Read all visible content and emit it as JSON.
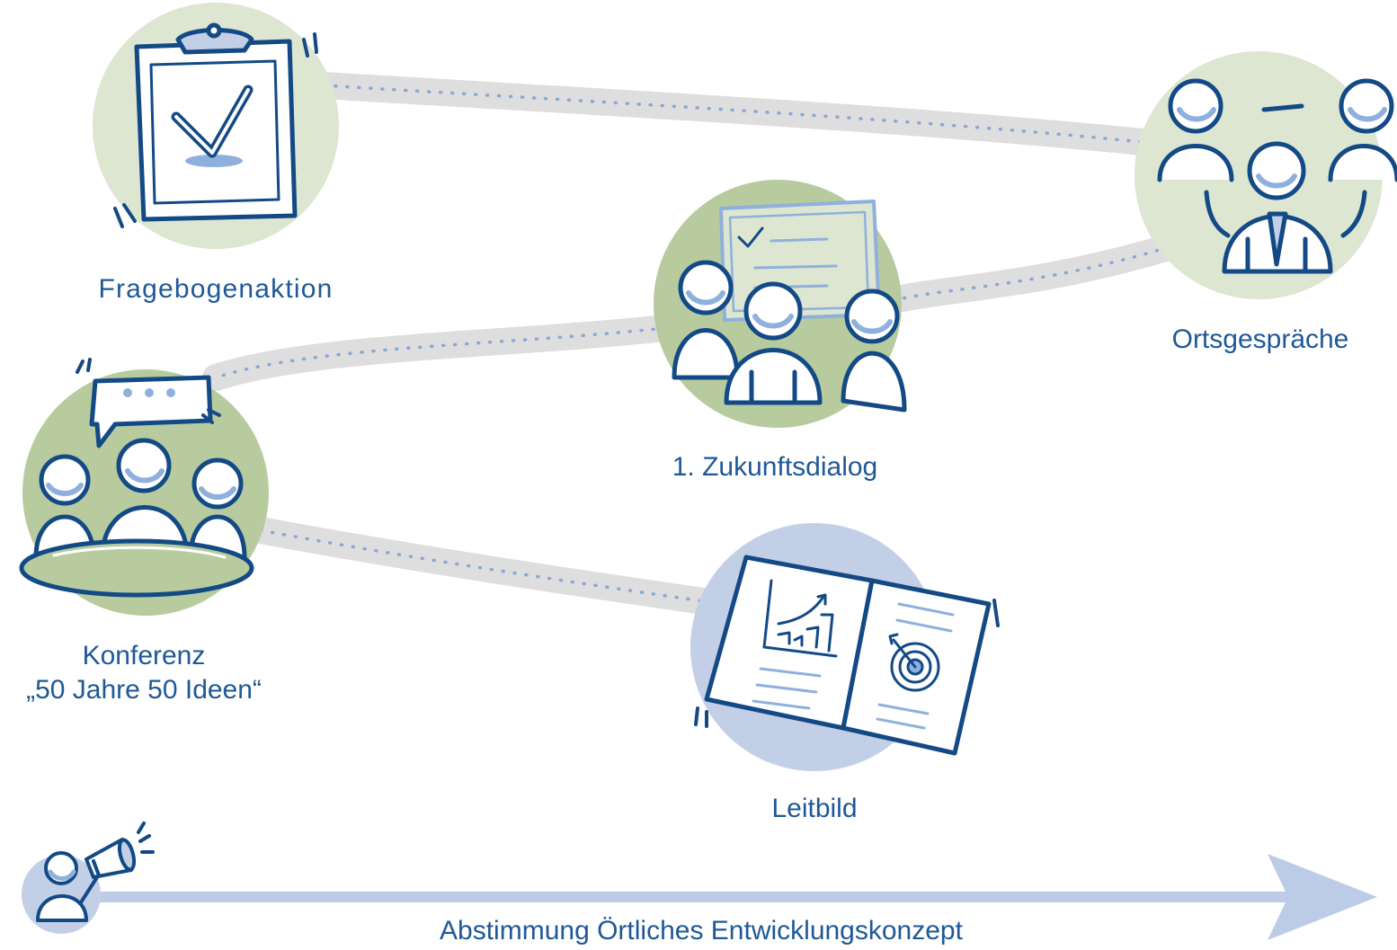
{
  "colors": {
    "ink": "#134a86",
    "ink_light": "#8fb0dd",
    "label_text": "#1f5896",
    "path_grey": "#dedede",
    "path_dots": "#8aa8d4",
    "green_light": "#dde6d1",
    "green_mid": "#b7cb9f",
    "blue_circle": "#c3cfe7",
    "arrow_blue": "#bccbe6"
  },
  "stations": [
    {
      "id": "fragebogenaktion",
      "label": "Fragebogenaktion",
      "icon": "clipboard-check-icon"
    },
    {
      "id": "ortsgespraeche",
      "label": "Ortsgespräche",
      "icon": "people-meeting-icon"
    },
    {
      "id": "zukunftsdialog",
      "label": "1. Zukunftsdialog",
      "icon": "presentation-group-icon"
    },
    {
      "id": "konferenz",
      "label_line1": "Konferenz",
      "label_line2": "„50 Jahre 50 Ideen“",
      "icon": "conference-table-icon"
    },
    {
      "id": "leitbild",
      "label": "Leitbild",
      "icon": "strategy-book-icon"
    }
  ],
  "timeline": {
    "label": "Abstimmung Örtliches Entwicklungskonzept",
    "icon": "megaphone-speaker-icon"
  }
}
